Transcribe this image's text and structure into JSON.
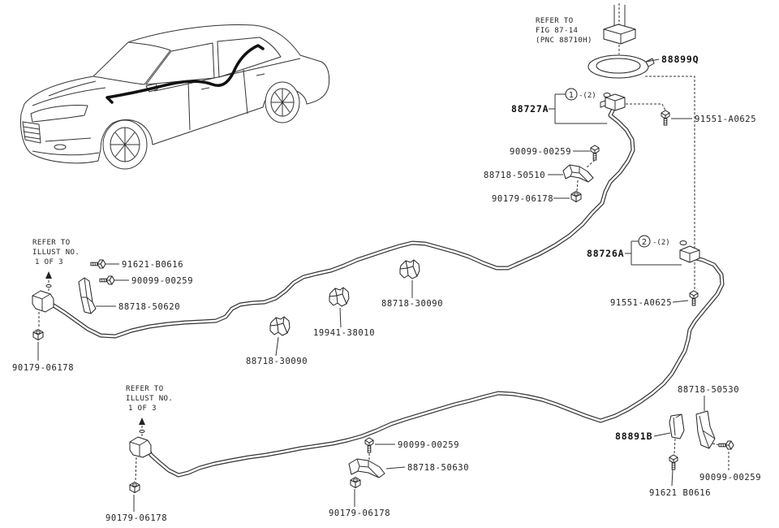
{
  "colors": {
    "line": "#333333",
    "background": "#ffffff",
    "harness": "#111111"
  },
  "refs": {
    "fig": {
      "line1": "REFER TO",
      "line2": "FIG 87-14",
      "line3": "(PNC 88710H)"
    },
    "left_illust": {
      "line1": "REFER TO",
      "line2": "ILLUST NO.",
      "line3": "1 OF 3"
    },
    "bottom_illust": {
      "line1": "REFER TO",
      "line2": "ILLUST NO.",
      "line3": "1 OF 3"
    }
  },
  "groups": {
    "upper": {
      "ref": "1",
      "qty": "-(2)"
    },
    "middle": {
      "ref": "2",
      "qty": "-(2)"
    }
  },
  "parts": {
    "grommet_ring": "88899Q",
    "upper_clamp_assy": "88727A",
    "upper_bolt_a": "91551-A0625",
    "upper_bolt": "90099-00259",
    "upper_clamp": "88718-50510",
    "upper_nut": "90179-06178",
    "middle_clamp_assy": "88726A",
    "middle_bolt_a": "91551-A0625",
    "clip_right": "88718-30090",
    "clip_center": "19941-38010",
    "clip_left": "88718-30090",
    "left_bolt_b": "91621-B0616",
    "left_bolt": "90099-00259",
    "left_clamp": "88718-50620",
    "left_nut": "90179-06178",
    "bottom_left_nut": "90179-06178",
    "bottom_bolt": "90099-00259",
    "bottom_clamp": "88718-50630",
    "bottom_nut": "90179-06178",
    "right_clamp": "88718-50530",
    "right_bracket": "88891B",
    "right_bolt": "90099-00259",
    "right_bolt_b": "91621 B0616"
  }
}
